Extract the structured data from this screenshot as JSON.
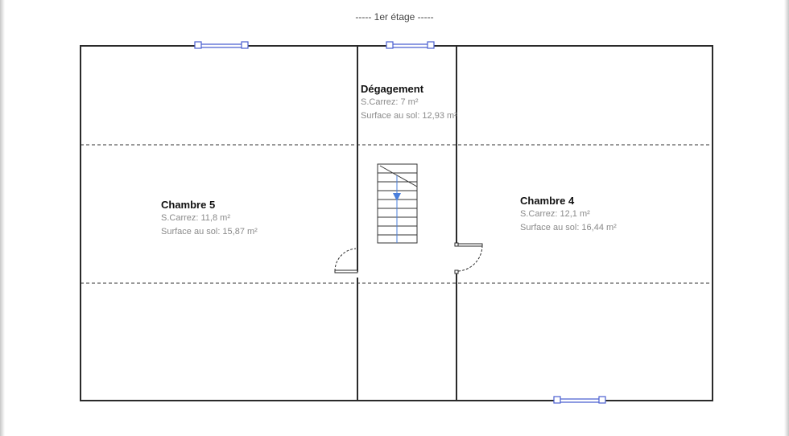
{
  "floor": {
    "title": "----- 1er étage -----"
  },
  "rooms": [
    {
      "id": "degagement",
      "name": "Dégagement",
      "carrez_label": "S.Carrez: 7 m²",
      "floor_area_label": "Surface au sol: 12,93 m²"
    },
    {
      "id": "chambre5",
      "name": "Chambre 5",
      "carrez_label": "S.Carrez: 11,8 m²",
      "floor_area_label": "Surface au sol: 15,87 m²"
    },
    {
      "id": "chambre4",
      "name": "Chambre 4",
      "carrez_label": "S.Carrez: 12,1 m²",
      "floor_area_label": "Surface au sol: 16,44 m²"
    }
  ],
  "colors": {
    "wall": "#2a2a2a",
    "window": "#4a5fd0",
    "stair_arrow": "#4a7fdb",
    "label_muted": "#8a8a8a"
  }
}
